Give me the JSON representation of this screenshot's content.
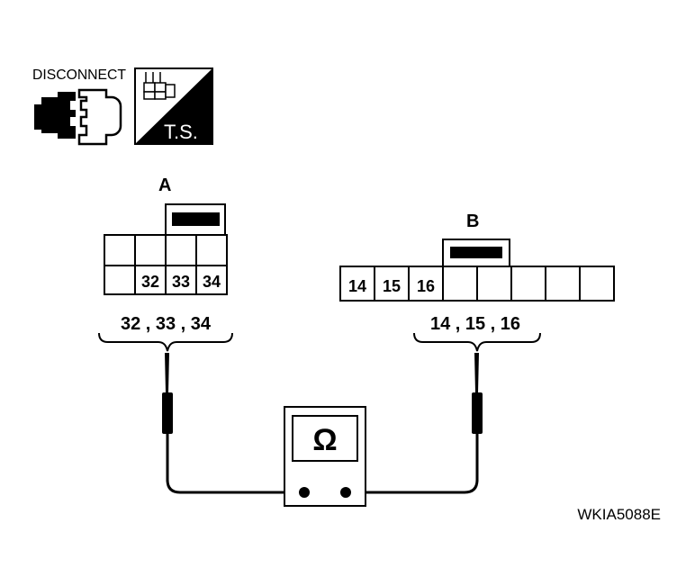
{
  "icons": {
    "disconnect_label": "DISCONNECT",
    "disconnect_icon": "disconnect-connector-icon",
    "ts_label": "T.S.",
    "ts_icon": "terminal-side-icon"
  },
  "connector_a": {
    "label": "A",
    "terminals": [
      "32",
      "33",
      "34"
    ],
    "caption": "32 , 33 , 34"
  },
  "connector_b": {
    "label": "B",
    "terminals": [
      "14",
      "15",
      "16"
    ],
    "caption": "14 , 15 , 16"
  },
  "meter": {
    "symbol": "Ω",
    "icon": "ohmmeter-icon"
  },
  "figure_code": "WKIA5088E"
}
